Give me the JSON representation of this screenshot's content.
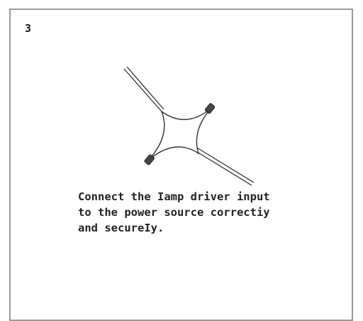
{
  "step": {
    "number": "3"
  },
  "instruction": {
    "lines": [
      "Connect the Iamp driver input",
      "to the power source correctiy",
      "and secureIy."
    ]
  },
  "illustration": {
    "icon": "wire-connector-icon",
    "stroke_color": "#333333"
  }
}
